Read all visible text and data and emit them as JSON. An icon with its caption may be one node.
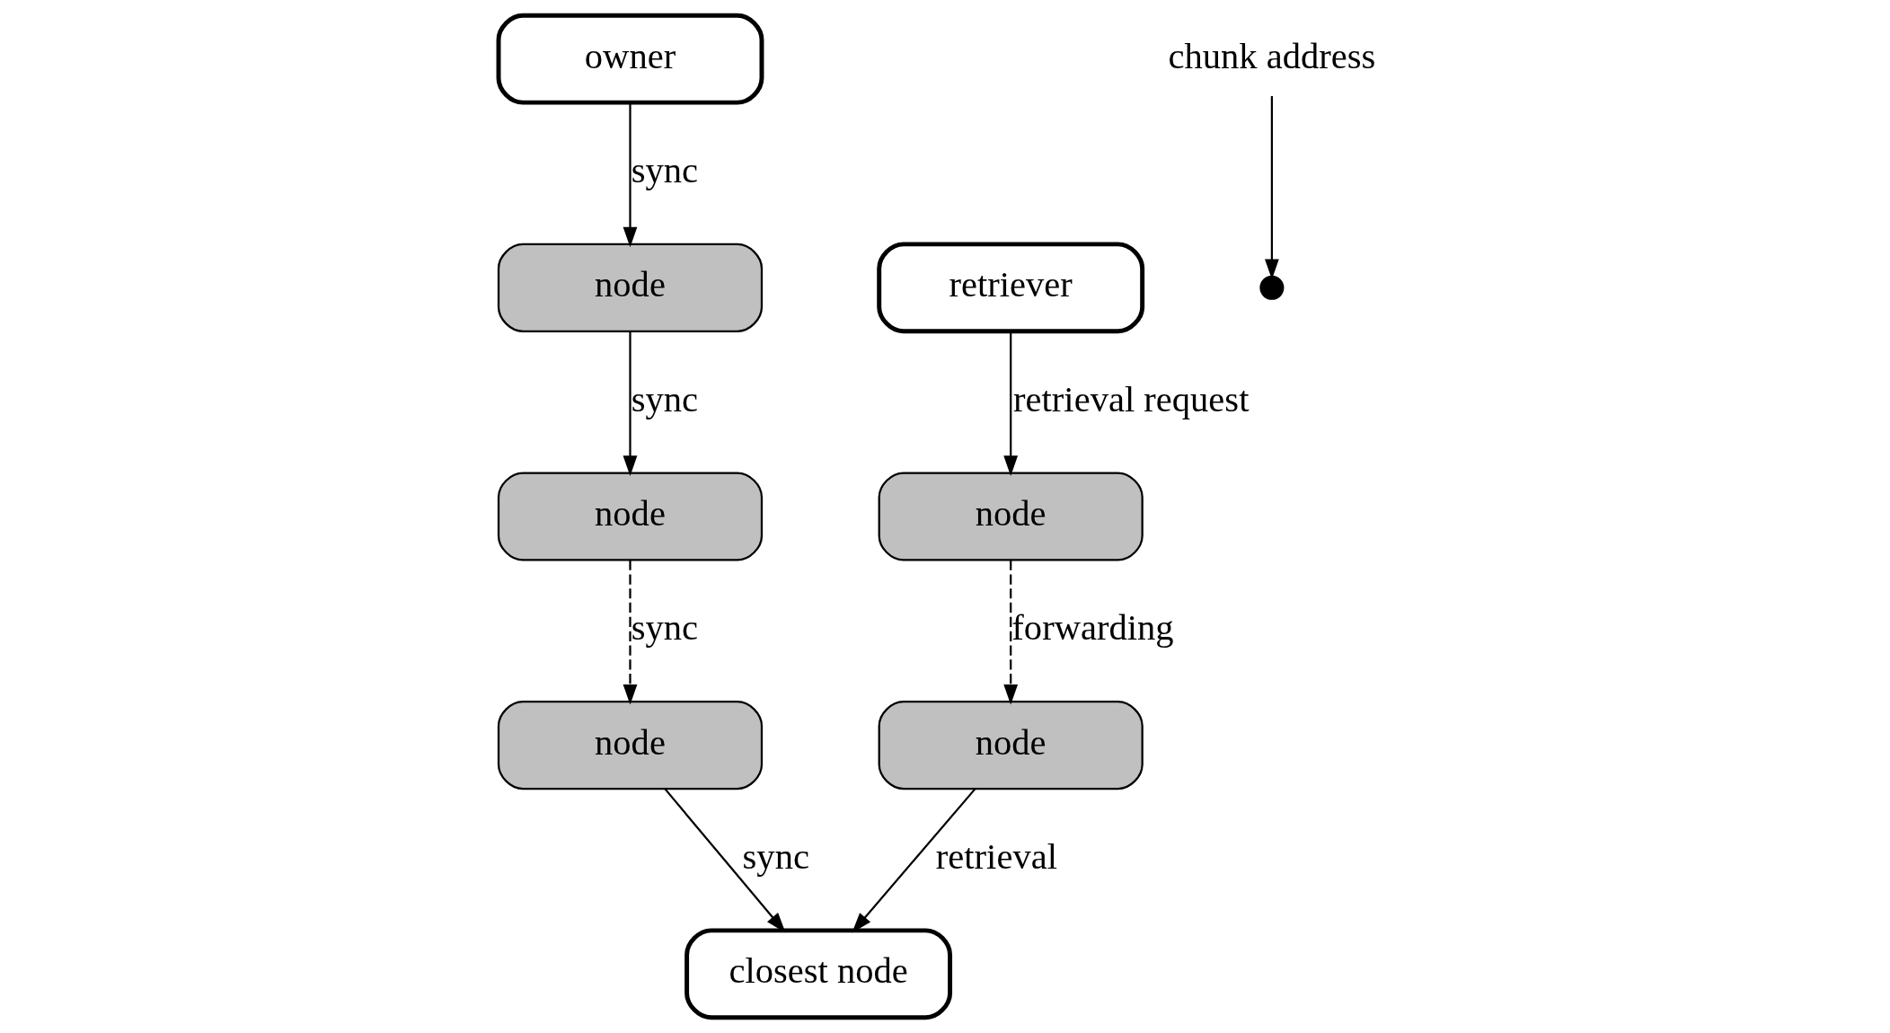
{
  "diagram": {
    "nodes": [
      {
        "text": [
          "owner"
        ]
      },
      {
        "text": [
          "node"
        ]
      },
      {
        "text": [
          "node"
        ]
      },
      {
        "text": [
          "node"
        ]
      },
      {
        "text": [
          "closest node"
        ]
      },
      {
        "text": [
          "chunk address"
        ]
      },
      {
        "text": [],
        "shape": "circle"
      },
      {
        "text": [
          "retriever"
        ]
      },
      {
        "text": [
          "node"
        ]
      },
      {
        "text": [
          "node"
        ]
      }
    ],
    "edges": [
      {
        "from": 0,
        "to": 1,
        "arrow": "to",
        "label": "sync"
      },
      {
        "from": 1,
        "to": 2,
        "arrow": "to",
        "label": "sync"
      },
      {
        "from": 2,
        "to": 3,
        "arrow": "to",
        "label": "sync",
        "style": "dashed"
      },
      {
        "from": 3,
        "to": 4,
        "arrow": "to",
        "label": "sync"
      },
      {
        "from": 5,
        "to": 6,
        "arrow": "to"
      },
      {
        "from": 7,
        "to": 8,
        "arrow": "to",
        "label": "retrieval request"
      },
      {
        "from": 8,
        "to": 9,
        "arrow": "to",
        "label": "forwarding",
        "style": "dashed"
      },
      {
        "from": 9,
        "to": 4,
        "arrow": "to",
        "label": "retrieval"
      }
    ]
  }
}
